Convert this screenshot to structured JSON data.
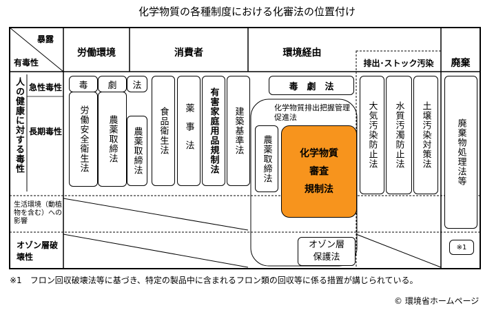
{
  "title": "化学物質の各種制度における化審法の位置付け",
  "corner": {
    "exposure": "暴露",
    "toxicity": "有毒性"
  },
  "columns": {
    "labor": "労働環境",
    "consumer": "消費者",
    "environment": "環境経由",
    "emission": "排出･ストック汚染",
    "waste": "廃棄"
  },
  "rows": {
    "human_health": "人の健康に対する毒性",
    "acute": "急性毒性",
    "chronic": "長期毒性",
    "living_env": "生活環境（動植物を含む）への影響",
    "ozone": "オゾン層破壊性"
  },
  "laws": {
    "poison_left_1": "毒",
    "poison_left_2": "劇",
    "poison_left_3": "法",
    "poison_right": "毒　劇　法",
    "industrial_safety": "労働安全衛生法",
    "agri_chem_1": "農薬取締法",
    "agri_chem_2": "農薬取締法",
    "agri_chem_3": "農薬取締法",
    "food_sanitation": "食品衛生法",
    "pharma": "薬事法",
    "household": "有害家庭用品規制法",
    "building": "建築基準法",
    "prtr": "化学物質排出把握管理促進法",
    "kashinho_1": "化学物質",
    "kashinho_2": "審査",
    "kashinho_3": "規制法",
    "air": "大気汚染防止法",
    "water": "水質汚濁防止法",
    "soil": "土壌汚染対策法",
    "waste_law": "廃棄物処理法等",
    "ozone_law": "オゾン層保護法",
    "note_mark": "※1"
  },
  "footnote": "※1　フロン回収破壊法等に基づき、特定の製品中に含まれるフロン類の回収等に係る措置が講じられている。",
  "credit": "© 環境省ホームページ",
  "colors": {
    "kashinho_fill": "#f7941d"
  }
}
